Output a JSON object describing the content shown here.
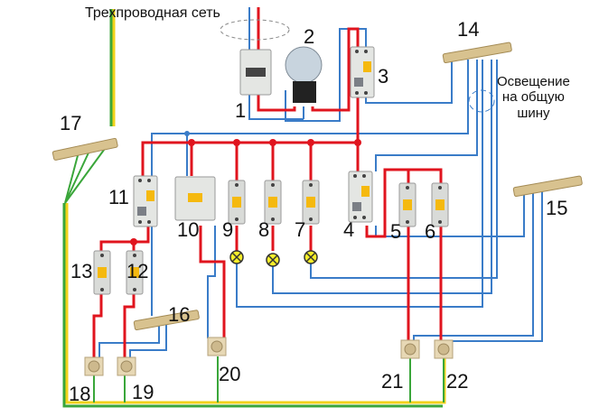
{
  "title": "Трехпроводная сеть",
  "lighting_note": [
    "Освещение",
    "на общую",
    "шину"
  ],
  "colors": {
    "phase": "#e0141e",
    "neutral": "#3a7cc8",
    "earth_green": "#3aa63a",
    "earth_yellow": "#f2d21a",
    "busbar": "#d8c28f",
    "lamp": "#f6ee2a"
  },
  "components": [
    {
      "id": "1",
      "type": "circuit-breaker-2p"
    },
    {
      "id": "2",
      "type": "energy-meter"
    },
    {
      "id": "3",
      "type": "rcbo"
    },
    {
      "id": "4",
      "type": "rcbo"
    },
    {
      "id": "5",
      "type": "circuit-breaker"
    },
    {
      "id": "6",
      "type": "circuit-breaker"
    },
    {
      "id": "7",
      "type": "circuit-breaker"
    },
    {
      "id": "8",
      "type": "circuit-breaker"
    },
    {
      "id": "9",
      "type": "circuit-breaker"
    },
    {
      "id": "10",
      "type": "rcbo"
    },
    {
      "id": "11",
      "type": "rcbo"
    },
    {
      "id": "12",
      "type": "circuit-breaker"
    },
    {
      "id": "13",
      "type": "circuit-breaker"
    },
    {
      "id": "14",
      "type": "neutral-busbar"
    },
    {
      "id": "15",
      "type": "neutral-busbar"
    },
    {
      "id": "16",
      "type": "neutral-busbar"
    },
    {
      "id": "17",
      "type": "earth-busbar"
    },
    {
      "id": "18",
      "type": "socket"
    },
    {
      "id": "19",
      "type": "socket"
    },
    {
      "id": "20",
      "type": "socket"
    },
    {
      "id": "21",
      "type": "socket"
    },
    {
      "id": "22",
      "type": "socket"
    }
  ],
  "lamps": [
    "lamp-9",
    "lamp-8",
    "lamp-7"
  ]
}
